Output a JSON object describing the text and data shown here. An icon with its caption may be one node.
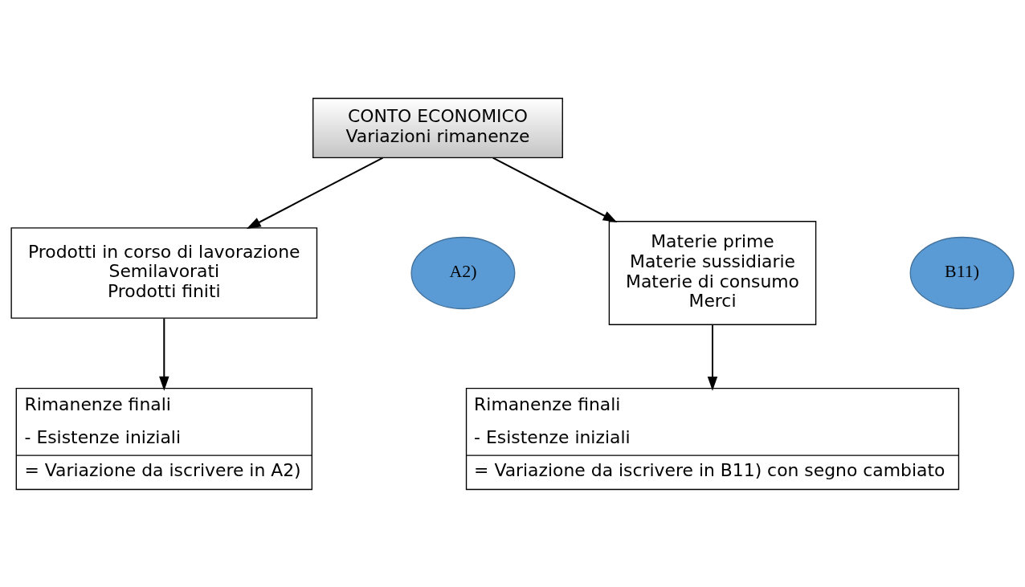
{
  "diagram": {
    "nodes": [
      {
        "text": [
          "CONTO ECONOMICO",
          "Variazioni rimanenze"
        ]
      },
      {
        "text": [
          "Prodotti in corso di lavorazione",
          "Semilavorati",
          "Prodotti finiti"
        ]
      },
      {
        "text": [
          "A2)"
        ]
      },
      {
        "text": [
          "Materie prime",
          "Materie sussidiarie",
          "Materie di consumo",
          "Merci"
        ]
      },
      {
        "text": [
          "B11)"
        ]
      },
      {
        "text": [
          "Rimanenze finali",
          "- Esistenze iniziali",
          "= Variazione da iscrivere in A2)"
        ]
      },
      {
        "text": [
          "Rimanenze finali",
          "- Esistenze iniziali",
          "= Variazione da iscrivere in B11) con segno cambiato"
        ]
      }
    ],
    "edges": [
      {
        "from": 0,
        "to": 1,
        "arrow": "to"
      },
      {
        "from": 0,
        "to": 3,
        "arrow": "to"
      },
      {
        "from": 1,
        "to": 5,
        "arrow": "to"
      },
      {
        "from": 3,
        "to": 6,
        "arrow": "to"
      }
    ]
  }
}
